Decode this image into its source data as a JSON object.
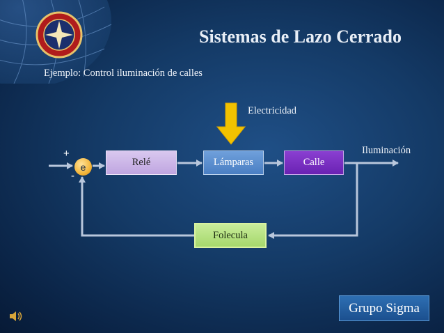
{
  "title": "Sistemas de Lazo Cerrado",
  "subtitle": "Ejemplo: Control iluminación de calles",
  "diagram": {
    "input_label": "Electricidad",
    "output_label": "Iluminación",
    "summing_junction": {
      "symbol": "e",
      "plus": "+",
      "minus": "-"
    },
    "blocks": {
      "rele": "Relé",
      "lamparas": "Lámparas",
      "calle": "Calle",
      "folecula": "Folecula"
    }
  },
  "footer": {
    "brand": "Grupo Sigma"
  },
  "colors": {
    "background": "#143a66",
    "rele": "#cdb6e8",
    "lamparas": "#5a8dcf",
    "calle": "#7a30c2",
    "folecula": "#b7e283",
    "input_arrow": "#f2c200",
    "lines": "#b9c7dc"
  }
}
